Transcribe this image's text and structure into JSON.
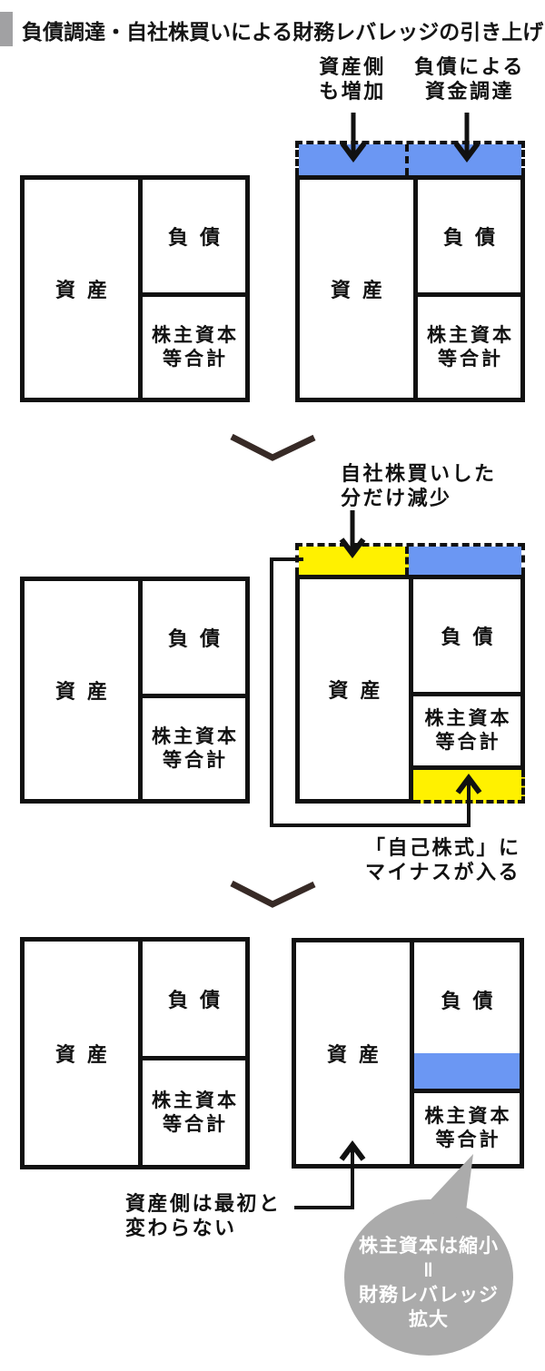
{
  "title": "負債調達・自社株買いによる財務レバレッジの引き上げ",
  "colors": {
    "ink": "#111111",
    "blue": "#6b97f3",
    "yellow": "#fff100",
    "bubble_gray": "#ababab",
    "accent_gray": "#a1a1a3",
    "chevron_brown": "#372a26"
  },
  "bs_labels": {
    "assets": "資産",
    "debt": "負債",
    "equity1": "株主資本",
    "equity2": "等合計"
  },
  "step1": {
    "label_asset_side": [
      "資産側",
      "も増加"
    ],
    "label_debt_funding": [
      "負債による",
      "資金調達"
    ]
  },
  "step2": {
    "label_buyback": [
      "自社株買いした",
      "分だけ減少"
    ],
    "label_treasury": [
      "「自己株式」に",
      "マイナスが入る"
    ]
  },
  "step3": {
    "label_asset_unchanged": [
      "資産側は最初と",
      "変わらない"
    ],
    "bubble": [
      "株主資本は縮小",
      "‖",
      "財務レバレッジ",
      "拡大"
    ]
  }
}
